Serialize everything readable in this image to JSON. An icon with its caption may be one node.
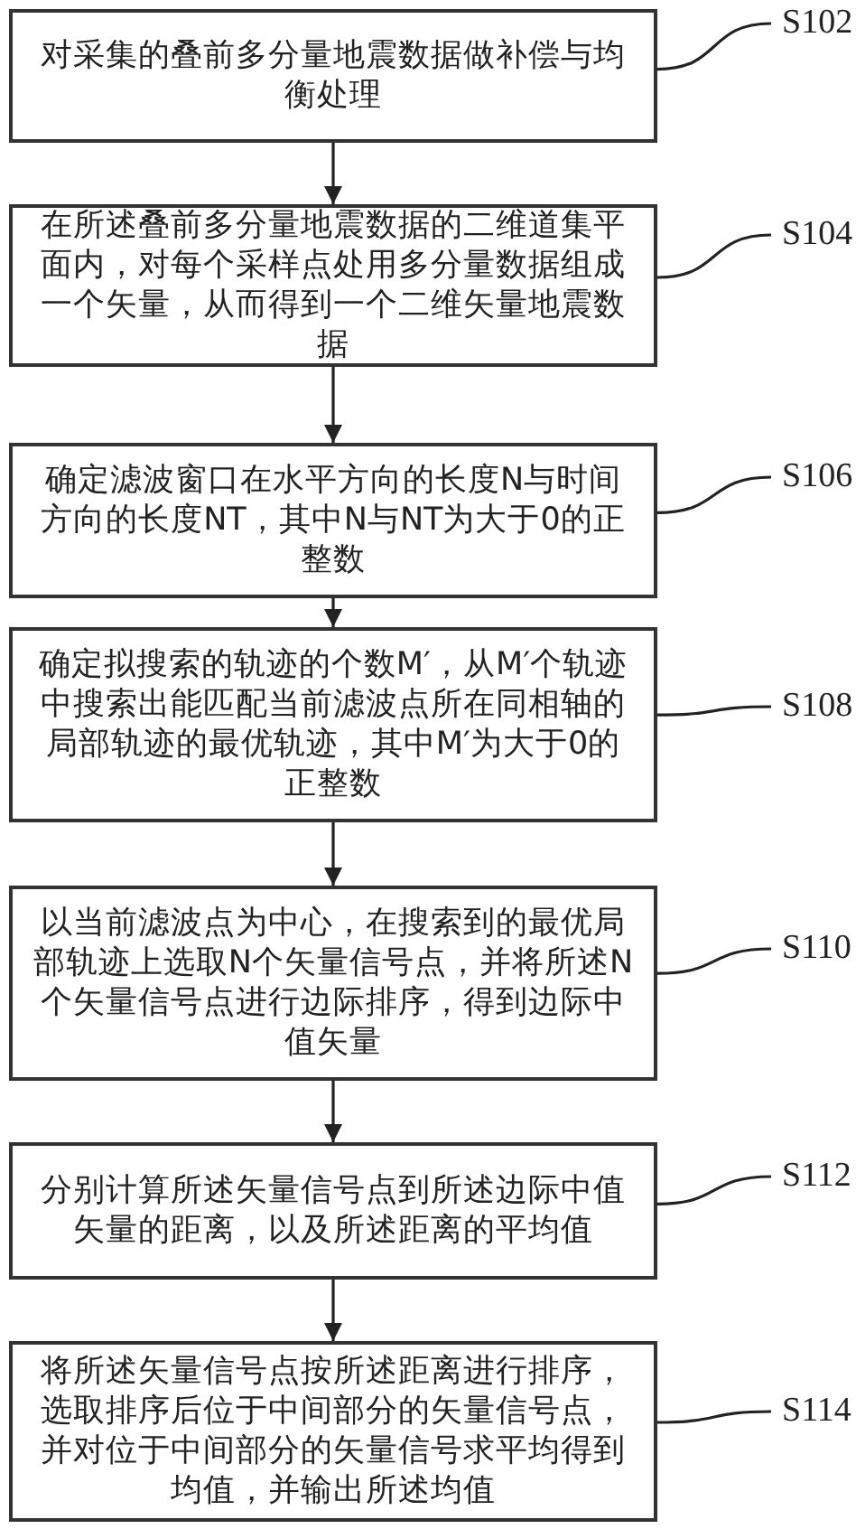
{
  "diagram": {
    "nodes": [
      {
        "text": [
          "对采集的叠前多分量地震数据做补偿与均衡处理"
        ]
      },
      {
        "text": [
          "S102"
        ]
      },
      {
        "text": [
          "在所述叠前多分量地震数据的二维道集平面内，对每个采样点处用多分量数据组成一个矢量，从而得到一个二维矢量地震数据"
        ]
      },
      {
        "text": [
          "S104"
        ]
      },
      {
        "text": [
          "确定滤波窗口在水平方向的长度N与时间方向的长度NT，其中N与NT为大于0的正整数"
        ]
      },
      {
        "text": [
          "S106"
        ]
      },
      {
        "text": [
          "确定拟搜索的轨迹的个数M′，从M′个轨迹中搜索出能匹配当前滤波点所在同相轴的局部轨迹的最优轨迹，其中M′为大于0的正整数"
        ]
      },
      {
        "text": [
          "S108"
        ]
      },
      {
        "text": [
          "以当前滤波点为中心，在搜索到的最优局部轨迹上选取N个矢量信号点，并将所述N个矢量信号点进行边际排序，得到边际中值矢量"
        ]
      },
      {
        "text": [
          "S110"
        ]
      },
      {
        "text": [
          "分别计算所述矢量信号点到所述边际中值矢量的距离，以及所述距离的平均值"
        ]
      },
      {
        "text": [
          "S112"
        ]
      },
      {
        "text": [
          "将所述矢量信号点按所述距离进行排序，选取排序后位于中间部分的矢量信号点，并对位于中间部分的矢量信号求平均得到均值，并输出所述均值"
        ]
      },
      {
        "text": [
          "S114"
        ]
      }
    ],
    "edges": [
      {
        "from": 0,
        "to": 2,
        "arrow": "to"
      },
      {
        "from": 2,
        "to": 4,
        "arrow": "to"
      },
      {
        "from": 4,
        "to": 6,
        "arrow": "to"
      },
      {
        "from": 6,
        "to": 8,
        "arrow": "to"
      },
      {
        "from": 8,
        "to": 10,
        "arrow": "to"
      },
      {
        "from": 10,
        "to": 12,
        "arrow": "to"
      },
      {
        "from": 1,
        "to": 0,
        "arrow": "none"
      },
      {
        "from": 3,
        "to": 2,
        "arrow": "none"
      },
      {
        "from": 5,
        "to": 4,
        "arrow": "none"
      },
      {
        "from": 7,
        "to": 6,
        "arrow": "none"
      },
      {
        "from": 9,
        "to": 8,
        "arrow": "none"
      },
      {
        "from": 11,
        "to": 10,
        "arrow": "none"
      },
      {
        "from": 13,
        "to": 12,
        "arrow": "none"
      }
    ]
  }
}
